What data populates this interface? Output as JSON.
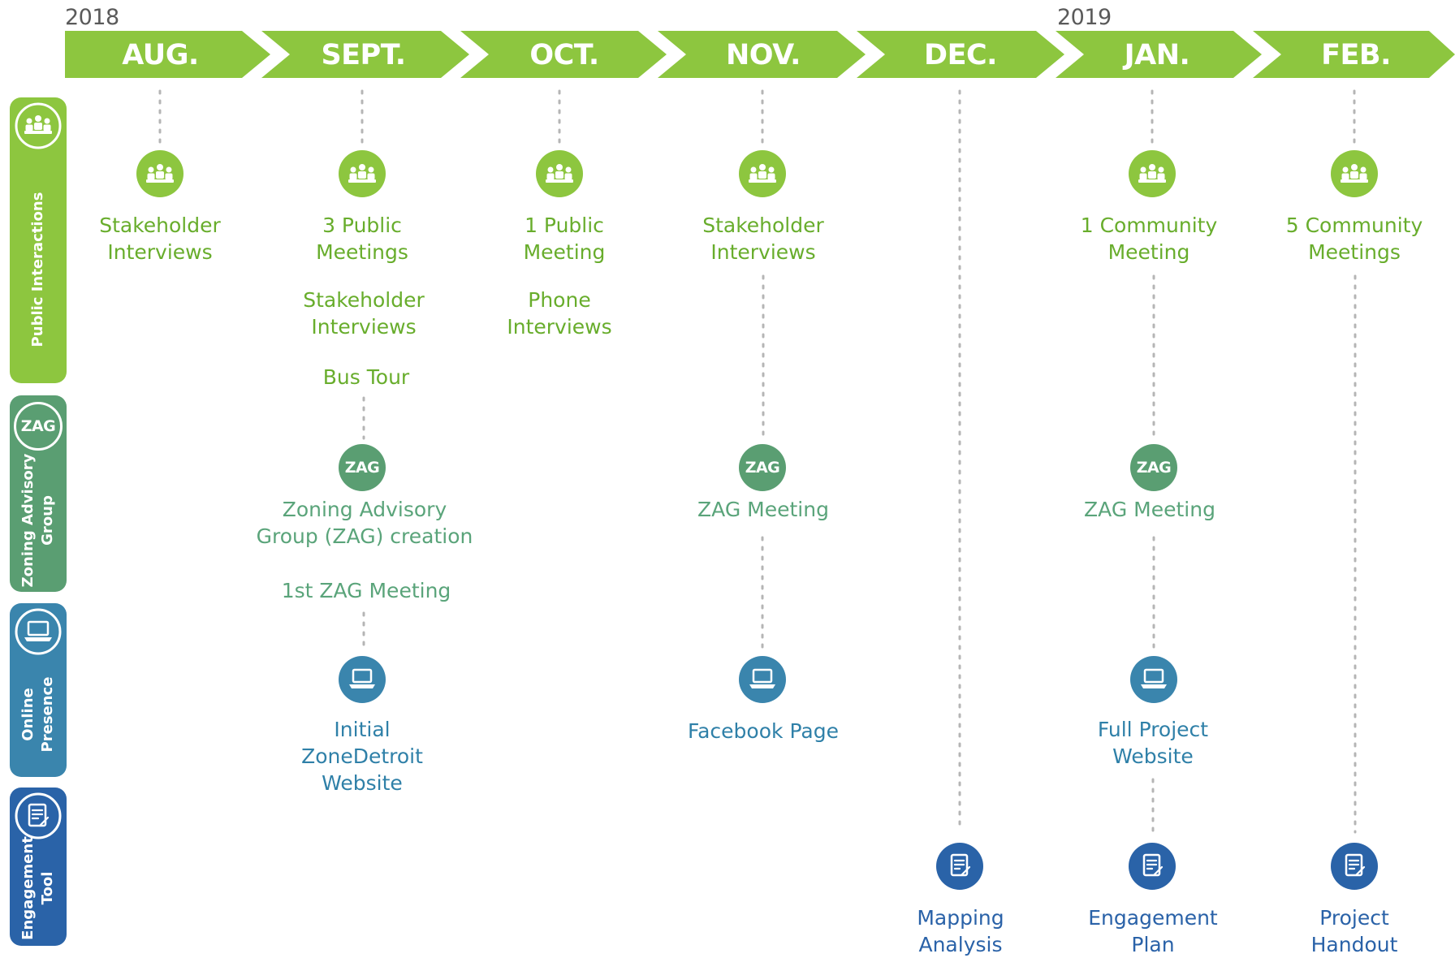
{
  "years": [
    "2018",
    "2019"
  ],
  "months": [
    "AUG.",
    "SEPT.",
    "OCT.",
    "NOV.",
    "DEC.",
    "JAN.",
    "FEB."
  ],
  "colors": {
    "public": "#8dc63f",
    "zag": "#5a9e72",
    "online": "#3a85ad",
    "tool": "#2a63a8",
    "dots": "#b5b5b5"
  },
  "categories": {
    "public": {
      "label": "Public Interactions",
      "icon": "people-group-icon"
    },
    "zag": {
      "label": "Zoning Advisory\nGroup",
      "icon_text": "ZAG"
    },
    "online": {
      "label": "Online\nPresence",
      "icon": "laptop-icon"
    },
    "tool": {
      "label": "Engagement\nTool",
      "icon": "document-pen-icon"
    }
  },
  "items": {
    "aug_public": "Stakeholder\nInterviews",
    "sept_public_1": "3 Public\nMeetings",
    "sept_public_2": "Stakeholder\nInterviews",
    "sept_public_3": "Bus Tour",
    "sept_zag_icon": "ZAG",
    "sept_zag_1": "Zoning Advisory\nGroup (ZAG) creation",
    "sept_zag_2": "1st ZAG Meeting",
    "sept_online": "Initial\nZoneDetroit\nWebsite",
    "oct_public_1": "1 Public\nMeeting",
    "oct_public_2": "Phone\nInterviews",
    "nov_public": "Stakeholder\nInterviews",
    "nov_zag_icon": "ZAG",
    "nov_zag": "ZAG Meeting",
    "nov_online": "Facebook Page",
    "dec_tool": "Mapping\nAnalysis",
    "jan_public": "1 Community\nMeeting",
    "jan_zag_icon": "ZAG",
    "jan_zag": "ZAG Meeting",
    "jan_online": "Full Project\nWebsite",
    "jan_tool": "Engagement\nPlan",
    "feb_public": "5 Community\nMeetings",
    "feb_tool": "Project\nHandout"
  }
}
